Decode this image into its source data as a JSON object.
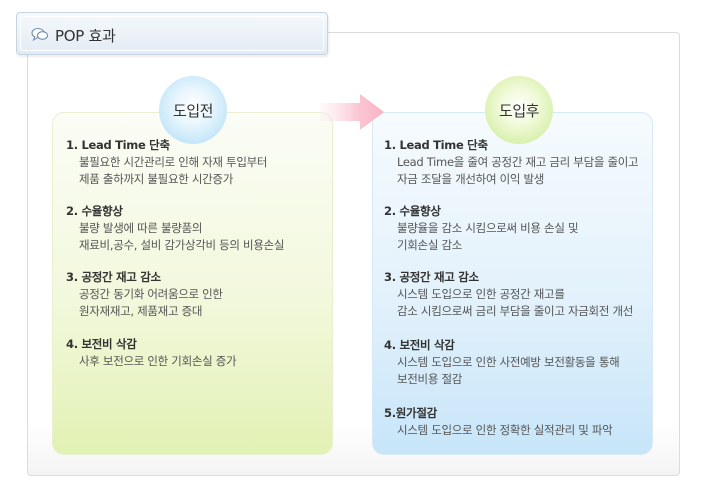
{
  "header": {
    "title": "POP 효과",
    "icon": "chat-bubble-icon"
  },
  "badges": {
    "before": "도입전",
    "after": "도입후"
  },
  "arrow": {
    "icon": "arrow-right-icon",
    "color": "#f9b8c8"
  },
  "colors": {
    "before_panel": "#eaf5c7",
    "after_panel": "#d4ebfa",
    "before_badge": "#b9e2f7",
    "after_badge": "#d6efa6"
  },
  "before_items": [
    {
      "title": "1. Lead Time 단축",
      "lines": [
        "불필요한 시간관리로 인해 자재 투입부터",
        "제품 출하까지 불필요한 시간증가"
      ]
    },
    {
      "title": "2. 수율향상",
      "lines": [
        "불량 발생에 따른 불량품의",
        "재료비,공수, 설비 감가상각비 등의 비용손실"
      ]
    },
    {
      "title": "3. 공정간 재고 감소",
      "lines": [
        "공정간 동기화 어려움으로 인한",
        "원자재재고, 제품재고 증대"
      ]
    },
    {
      "title": "4. 보전비 삭감",
      "lines": [
        "사후 보전으로 인한 기회손실 증가"
      ]
    }
  ],
  "after_items": [
    {
      "title": "1. Lead Time 단축",
      "lines": [
        "Lead Time을 줄여 공정간 재고 금리 부담을 줄이고",
        "자금 조달을 개선하여 이익 발생"
      ]
    },
    {
      "title": "2. 수율향상",
      "lines": [
        "불량율을 감소 시킴으로써 비용 손실 및",
        "기회손실 감소"
      ]
    },
    {
      "title": "3. 공정간 재고 감소",
      "lines": [
        "시스템 도입으로 인한 공정간 재고를",
        "감소 시킴으로써 금리 부담을 줄이고 자금회전 개선"
      ]
    },
    {
      "title": "4. 보전비 삭감",
      "lines": [
        "시스템 도입으로 인한 사전예방 보전활동을 통해",
        "보전비용 절감"
      ]
    },
    {
      "title": "5.원가절감",
      "lines": [
        "시스템 도입으로 인한 정확한 실적관리 및 파악"
      ]
    }
  ]
}
